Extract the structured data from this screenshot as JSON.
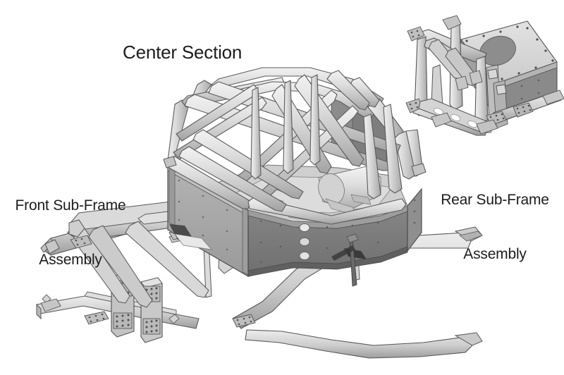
{
  "figure": {
    "kind": "exploded-assembly-diagram",
    "subject": "vehicle chassis exploded view",
    "background_color": "#ffffff",
    "text_color": "#1c1c1c"
  },
  "labels": {
    "center_title": "Center Section",
    "front_line1": "Front Sub-Frame",
    "front_line2": "Assembly",
    "rear_line1": "Rear Sub-Frame",
    "rear_line2": "Assembly"
  },
  "palette": {
    "tube_light": "#e4e4e4",
    "tube_mid": "#c9c9c9",
    "tube_shade": "#a9a9a9",
    "panel_light": "#d8d8d8",
    "panel_mid": "#a8a8a8",
    "panel_dark": "#7f7f7f",
    "panel_darker": "#6d6d6d",
    "outline": "#4a4a4a",
    "bolt": "#5a5a5a",
    "hole": "#8a8a8a"
  },
  "parts": [
    {
      "id": "front-sub-frame",
      "name": "Front Sub-Frame Assembly",
      "position": "lower-left"
    },
    {
      "id": "center-section",
      "name": "Center Section",
      "position": "center"
    },
    {
      "id": "rear-sub-frame",
      "name": "Rear Sub-Frame Assembly",
      "position": "upper-right"
    }
  ]
}
